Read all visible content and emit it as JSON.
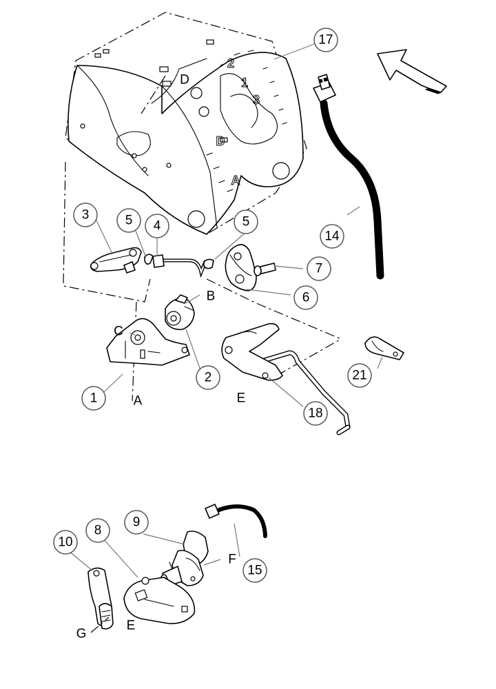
{
  "callouts": {
    "c1": "1",
    "c2": "2",
    "c3": "3",
    "c4": "4",
    "c5a": "5",
    "c5b": "5",
    "c6": "6",
    "c7": "7",
    "c8": "8",
    "c9": "9",
    "c10": "10",
    "c14": "14",
    "c15": "15",
    "c17": "17",
    "c18": "18",
    "c21": "21"
  },
  "letters": {
    "A": "A",
    "B": "B",
    "C": "C",
    "D": "D",
    "E1": "E",
    "E2": "E",
    "F": "F",
    "G": "G"
  },
  "plate_stamps": {
    "s1": "1",
    "s2": "2",
    "s3": "3",
    "sD": "D",
    "sA": "A"
  },
  "colors": {
    "line": "#000000",
    "leader": "#777777",
    "callout_ring": "#555555",
    "background": "#ffffff"
  },
  "icons": {
    "direction_arrow": "hollow-arrow-up-left-icon"
  }
}
